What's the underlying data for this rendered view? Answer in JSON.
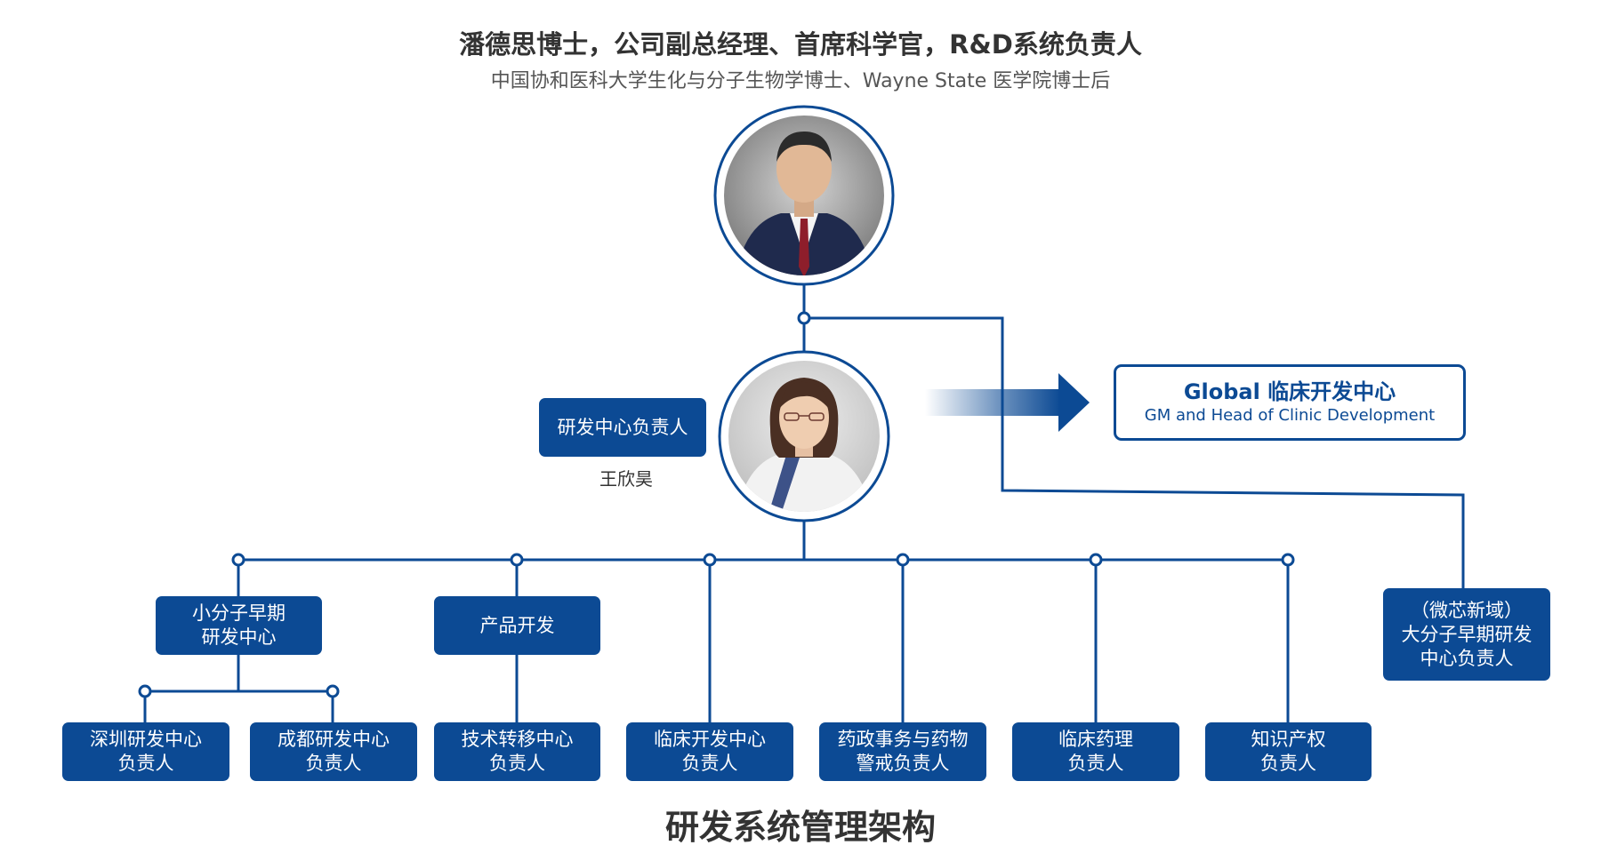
{
  "header": {
    "title": "潘德思博士，公司副总经理、首席科学官，R&D系统负责人",
    "subtitle": "中国协和医科大学生化与分子生物学博士、Wayne State 医学院博士后"
  },
  "center_head": {
    "role_label": "研发中心负责人",
    "name": "王欣昊"
  },
  "global_box": {
    "title": "Global 临床开发中心",
    "subtitle": "GM and Head of Clinic Development"
  },
  "wexin_box": {
    "lines": [
      "（微芯新域）",
      "大分子早期研发",
      "中心负责人"
    ]
  },
  "small_molecule_box": {
    "lines": [
      "小分子早期",
      "研发中心"
    ]
  },
  "product_dev_box": {
    "lines": [
      "产品开发"
    ]
  },
  "leaf_boxes": [
    {
      "lines": [
        "深圳研发中心",
        "负责人"
      ]
    },
    {
      "lines": [
        "成都研发中心",
        "负责人"
      ]
    },
    {
      "lines": [
        "技术转移中心",
        "负责人"
      ]
    },
    {
      "lines": [
        "临床开发中心",
        "负责人"
      ]
    },
    {
      "lines": [
        "药政事务与药物",
        "警戒负责人"
      ]
    },
    {
      "lines": [
        "临床药理",
        "负责人"
      ]
    },
    {
      "lines": [
        "知识产权",
        "负责人"
      ]
    }
  ],
  "footer": {
    "title": "研发系统管理架构"
  },
  "colors": {
    "primary": "#0c4a94",
    "text_dark": "#333333",
    "text_gray": "#555555"
  },
  "icons": {
    "arrow": "right-arrow-icon"
  }
}
